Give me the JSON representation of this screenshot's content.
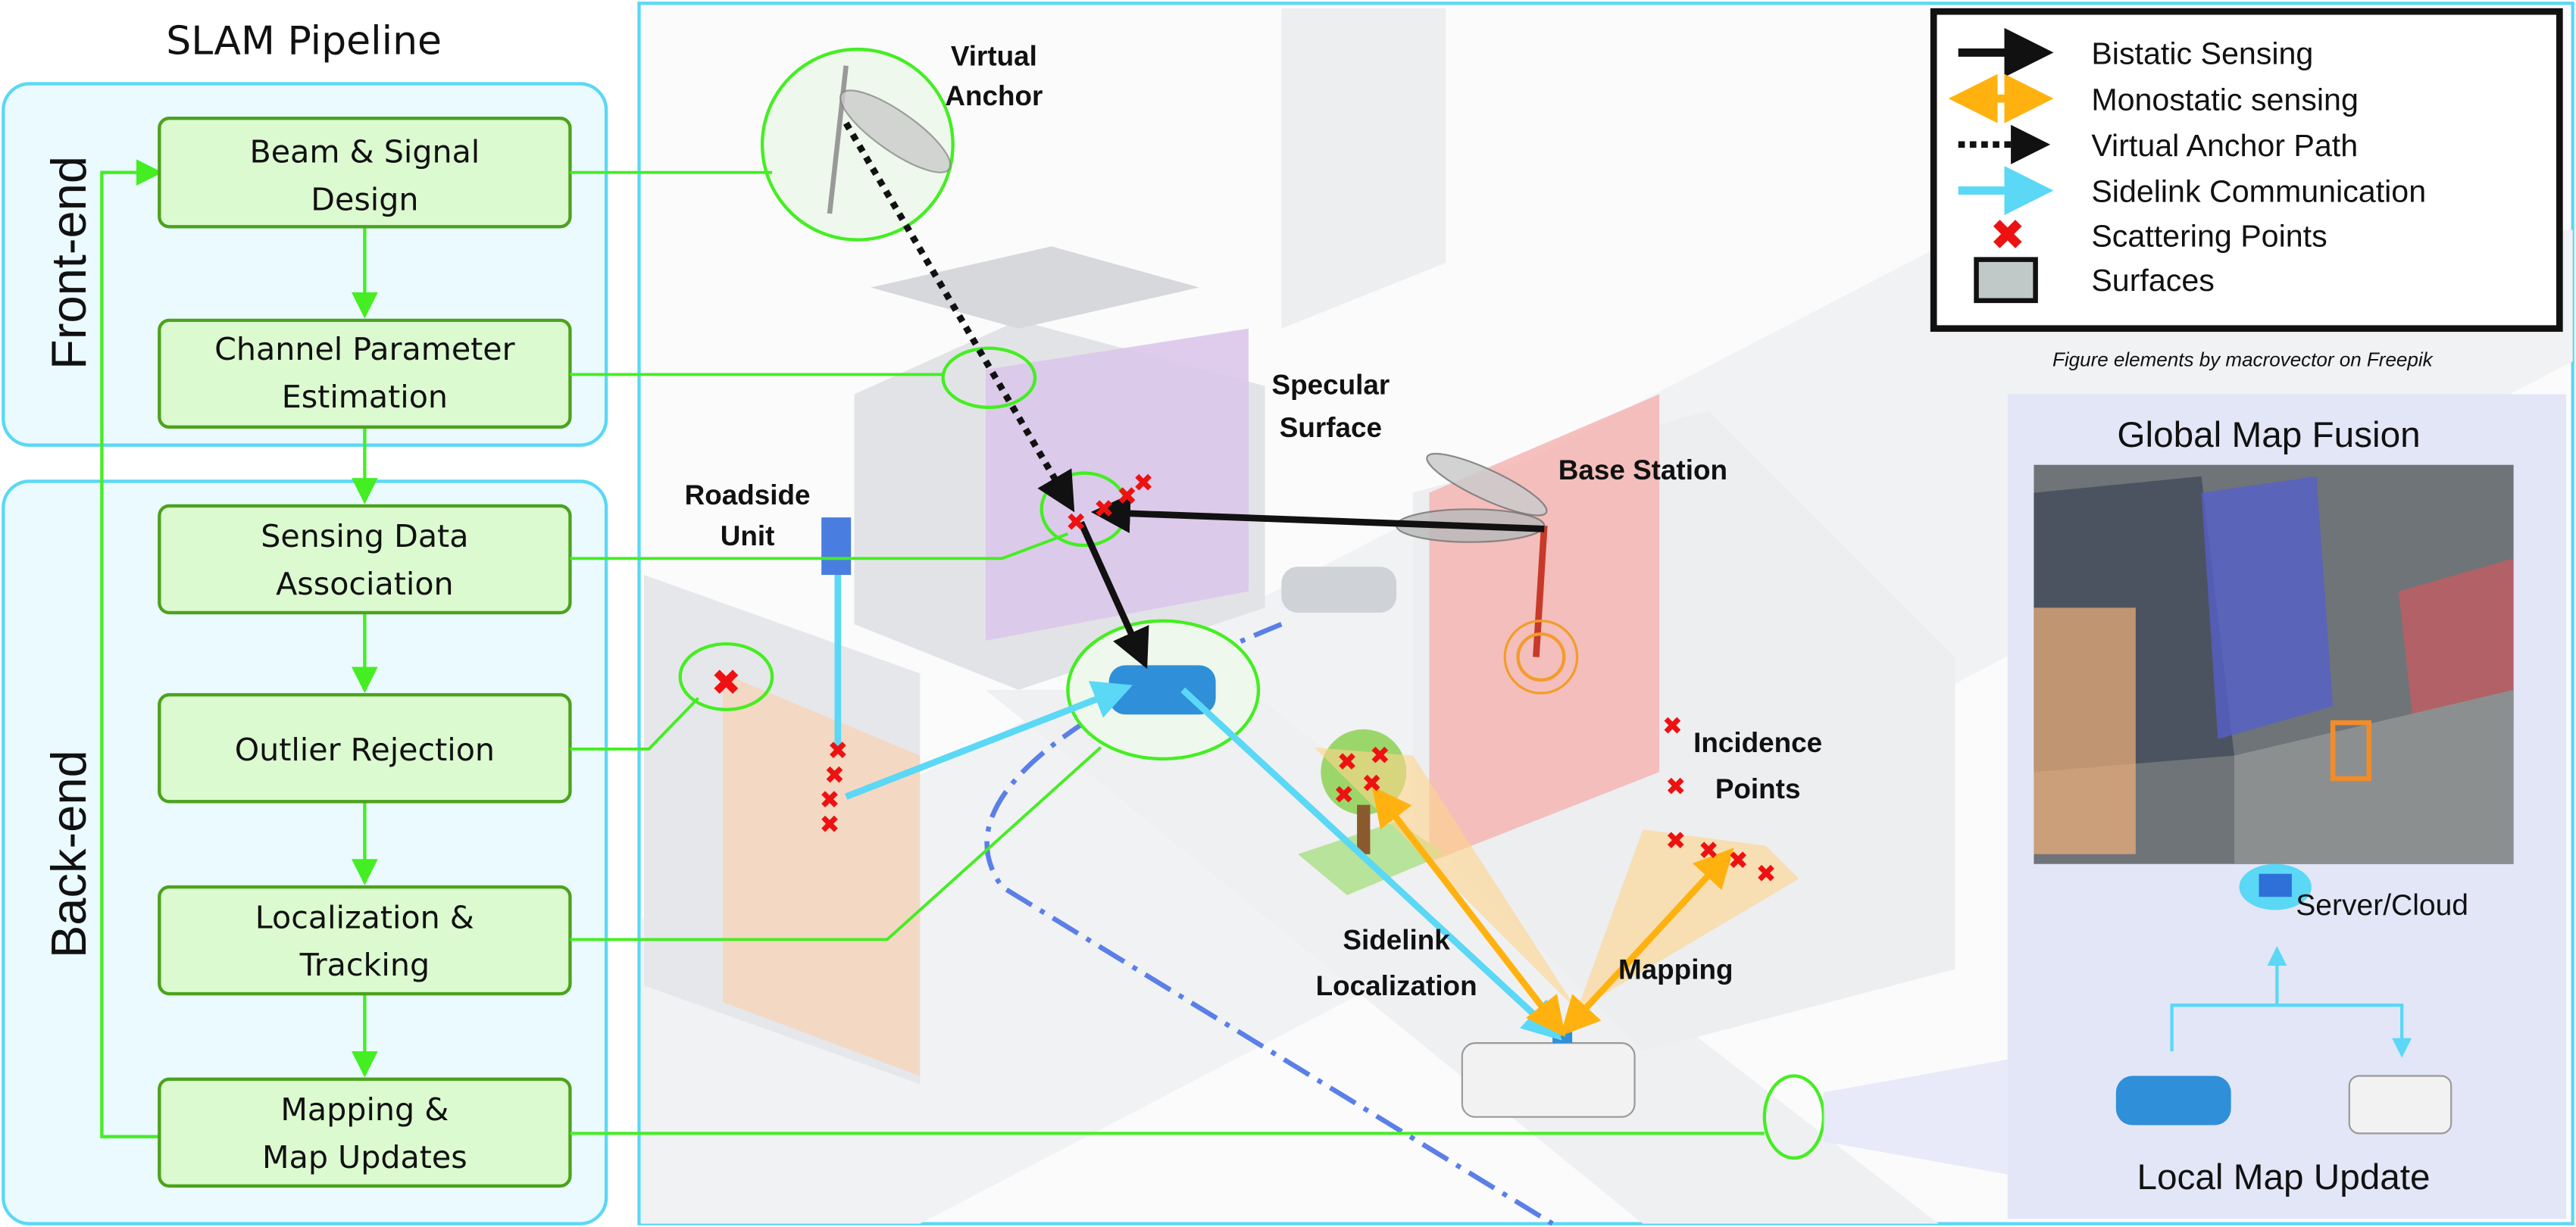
{
  "pipeline": {
    "title": "SLAM Pipeline",
    "frontend_label": "Front-end",
    "backend_label": "Back-end",
    "steps": [
      {
        "line1": "Beam & Signal",
        "line2": "Design"
      },
      {
        "line1": "Channel Parameter",
        "line2": "Estimation"
      },
      {
        "line1": "Sensing Data",
        "line2": "Association"
      },
      {
        "line1": "Outlier Rejection",
        "line2": ""
      },
      {
        "line1": "Localization &",
        "line2": "Tracking"
      },
      {
        "line1": "Mapping &",
        "line2": "Map Updates"
      }
    ]
  },
  "scene": {
    "virtual_anchor": {
      "line1": "Virtual",
      "line2": "Anchor"
    },
    "specular_surface": {
      "line1": "Specular",
      "line2": "Surface"
    },
    "roadside_unit": {
      "line1": "Roadside",
      "line2": "Unit"
    },
    "base_station": "Base Station",
    "incidence_points": {
      "line1": "Incidence",
      "line2": "Points"
    },
    "sidelink_localization": {
      "line1": "Sidelink",
      "line2": "Localization"
    },
    "mapping": "Mapping"
  },
  "legend": {
    "items": [
      {
        "label": "Bistatic Sensing",
        "icon": "black-arrow"
      },
      {
        "label": "Monostatic sensing",
        "icon": "orange-double-arrow"
      },
      {
        "label": "Virtual Anchor Path",
        "icon": "dotted-arrow"
      },
      {
        "label": "Sidelink Communication",
        "icon": "cyan-arrow"
      },
      {
        "label": "Scattering Points",
        "icon": "red-cross"
      },
      {
        "label": "Surfaces",
        "icon": "gray-square"
      }
    ],
    "credit": "Figure elements by macrovector on Freepik"
  },
  "fusion": {
    "title": "Global Map Fusion",
    "server_label": "Server/Cloud",
    "local_label": "Local Map Update"
  },
  "colors": {
    "panel_border": "#5ad8f5",
    "panel_fill": "#eafaff",
    "step_fill": "#dcfad0",
    "step_border": "#4ca21d",
    "connector": "#44ee22",
    "bistatic": "#111111",
    "monostatic": "#ffb20f",
    "sidelink": "#5ad8f5",
    "scatter": "#ee1111",
    "fusion_bg": "#e3e6f7"
  }
}
